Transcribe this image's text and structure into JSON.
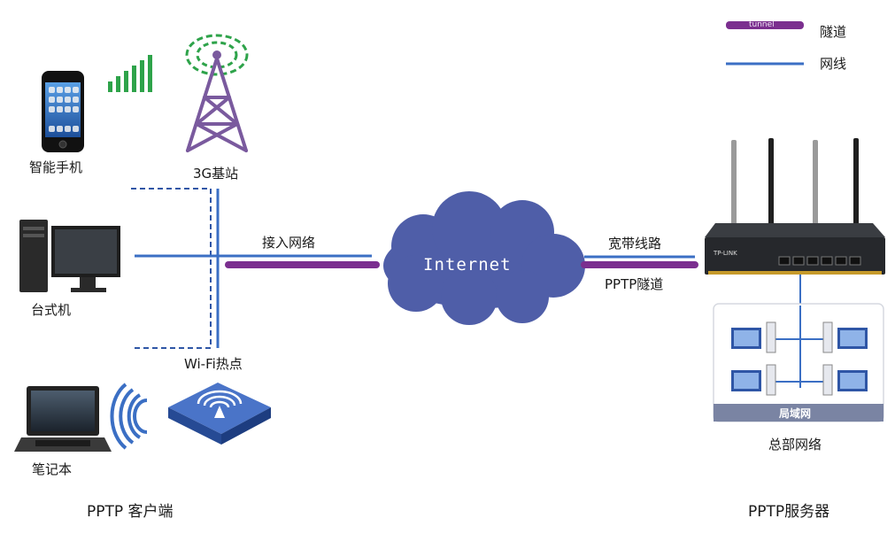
{
  "legend": {
    "tunnel_tag": "tunnel",
    "tunnel_label": "隧道",
    "line_label": "网线"
  },
  "devices": {
    "phone": "智能手机",
    "tower": "3G基站",
    "desktop": "台式机",
    "laptop": "笔记本",
    "wifi": "Wi-Fi热点"
  },
  "links": {
    "access": "接入网络",
    "broadband": "宽带线路",
    "pptp_tunnel": "PPTP隧道"
  },
  "cloud": {
    "label": "Internet"
  },
  "hq": {
    "lan": "局域网",
    "network": "总部网络"
  },
  "footer": {
    "client": "PPTP 客户端",
    "server": "PPTP服务器"
  },
  "router_brand": "TP-LINK",
  "colors": {
    "tunnel": "#7b2f8f",
    "cable": "#3b6fc4",
    "cloud": "#4f5ea8",
    "signal_green": "#2ea34a",
    "tower_purple": "#7a5a9e",
    "wifi_box": "#2f56a6",
    "lan_bar": "#7a84a3"
  }
}
